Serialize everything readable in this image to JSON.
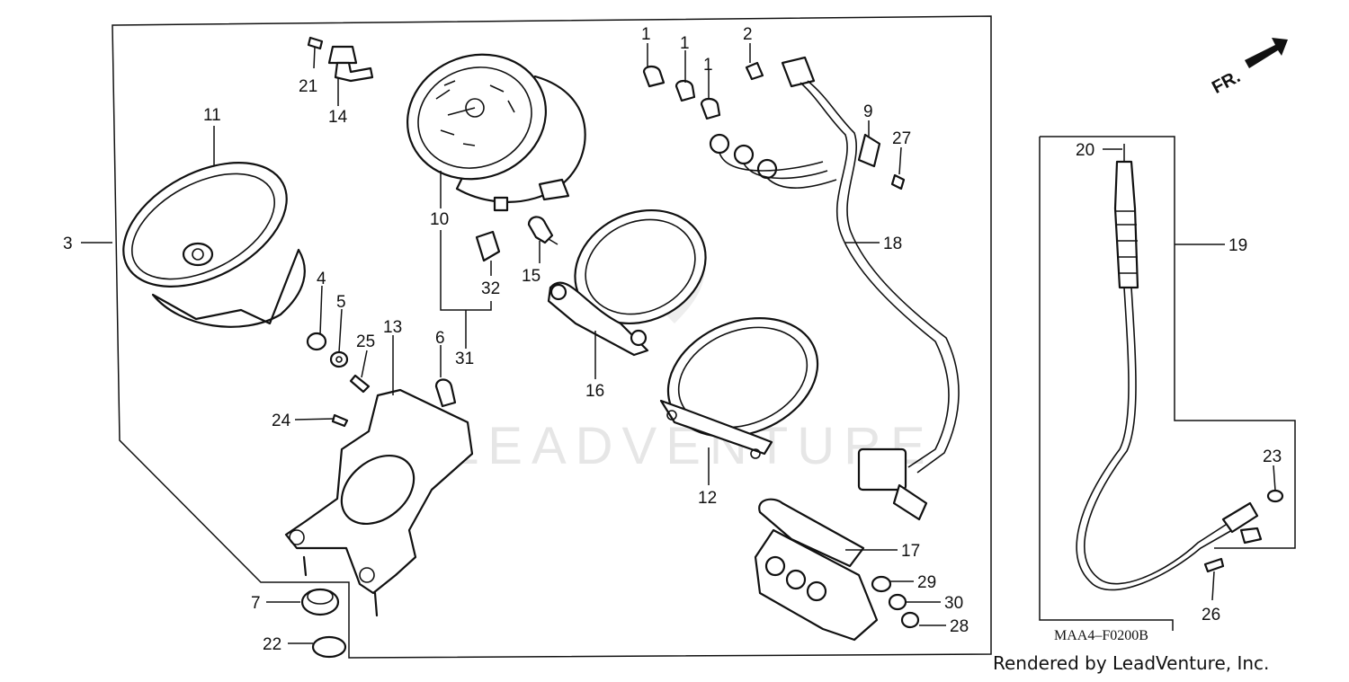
{
  "diagram_code": "MAA4–F0200B",
  "credit": "Rendered by LeadVenture, Inc.",
  "watermark": "LEADVENTURE",
  "direction_label": "FR.",
  "callouts": [
    "1",
    "1",
    "1",
    "2",
    "3",
    "4",
    "5",
    "6",
    "7",
    "9",
    "10",
    "11",
    "12",
    "13",
    "14",
    "15",
    "16",
    "17",
    "18",
    "19",
    "20",
    "21",
    "22",
    "23",
    "24",
    "25",
    "26",
    "27",
    "28",
    "29",
    "30",
    "31",
    "32"
  ],
  "colors": {
    "ink": "#111111",
    "background": "#ffffff",
    "watermark": "#e6e6e6"
  }
}
